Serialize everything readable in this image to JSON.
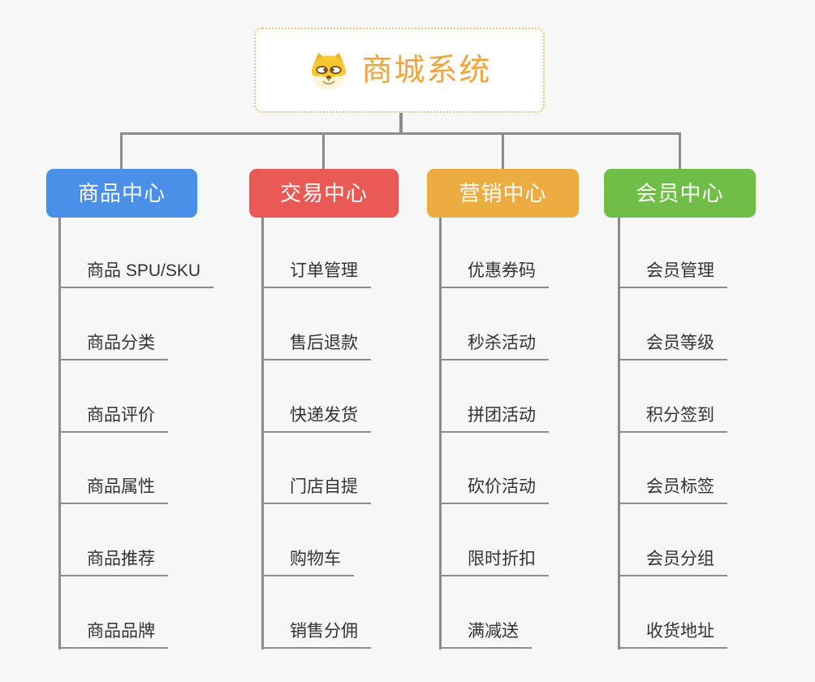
{
  "root": {
    "title": "商城系统",
    "icon": "doge-icon",
    "title_color": "#F0A53C",
    "border_color": "#F0C277"
  },
  "branches": [
    {
      "label": "商品中心",
      "color": "#4A8FE8",
      "items": [
        "商品 SPU/SKU",
        "商品分类",
        "商品评价",
        "商品属性",
        "商品推荐",
        "商品品牌"
      ]
    },
    {
      "label": "交易中心",
      "color": "#E95A56",
      "items": [
        "订单管理",
        "售后退款",
        "快递发货",
        "门店自提",
        "购物车",
        "销售分佣"
      ]
    },
    {
      "label": "营销中心",
      "color": "#EBAC41",
      "items": [
        "优惠券码",
        "秒杀活动",
        "拼团活动",
        "砍价活动",
        "限时折扣",
        "满减送"
      ]
    },
    {
      "label": "会员中心",
      "color": "#70BE48",
      "items": [
        "会员管理",
        "会员等级",
        "积分签到",
        "会员标签",
        "会员分组",
        "收货地址"
      ]
    }
  ],
  "style": {
    "background": "#F7F7F7",
    "connector_color": "#8C8C8C",
    "item_text_color": "#333333"
  }
}
